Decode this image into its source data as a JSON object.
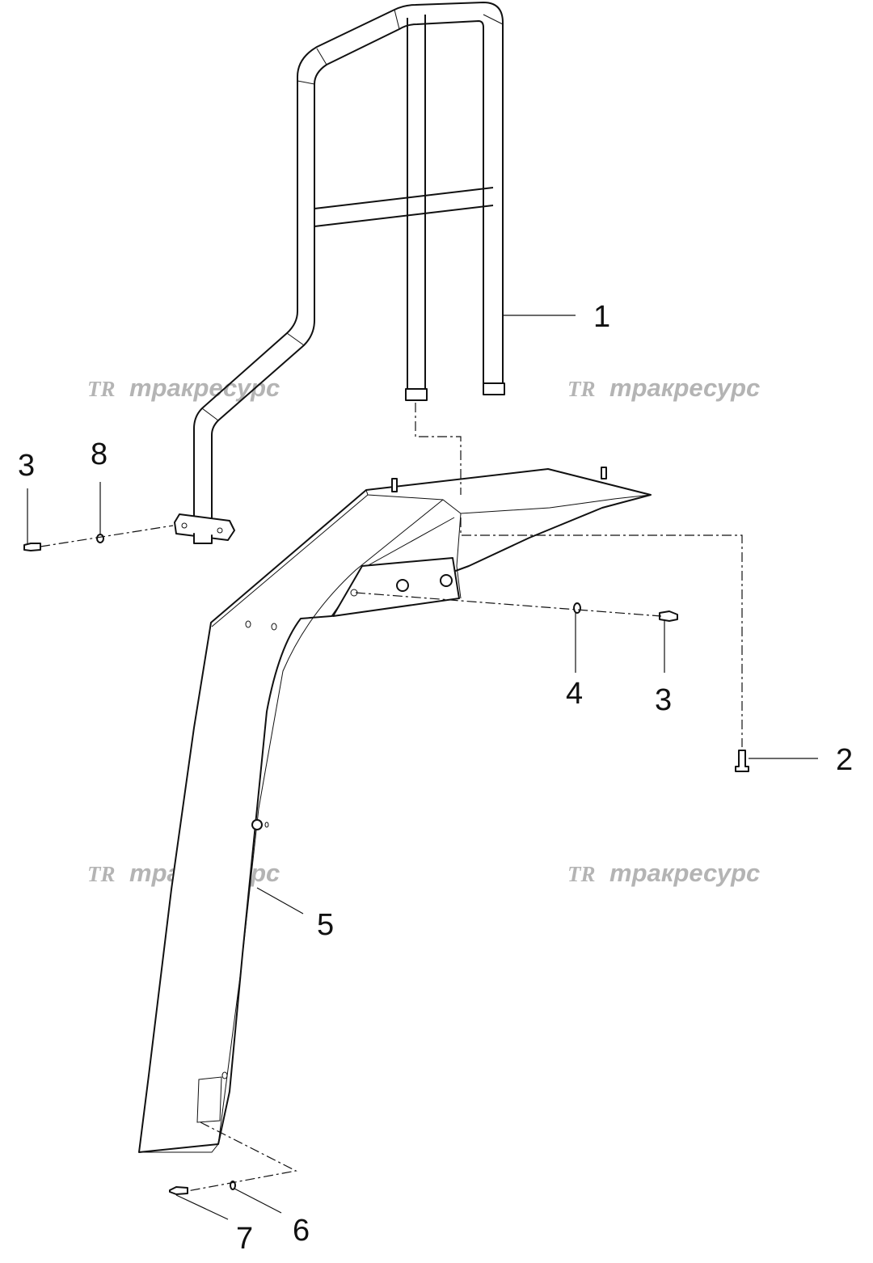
{
  "watermark": {
    "logo": "TR",
    "text": "тракресурс"
  },
  "callouts": [
    {
      "id": "1",
      "label": "1"
    },
    {
      "id": "2",
      "label": "2"
    },
    {
      "id": "3a",
      "label": "3"
    },
    {
      "id": "3b",
      "label": "3"
    },
    {
      "id": "4",
      "label": "4"
    },
    {
      "id": "5",
      "label": "5"
    },
    {
      "id": "6",
      "label": "6"
    },
    {
      "id": "7",
      "label": "7"
    },
    {
      "id": "8",
      "label": "8"
    }
  ]
}
